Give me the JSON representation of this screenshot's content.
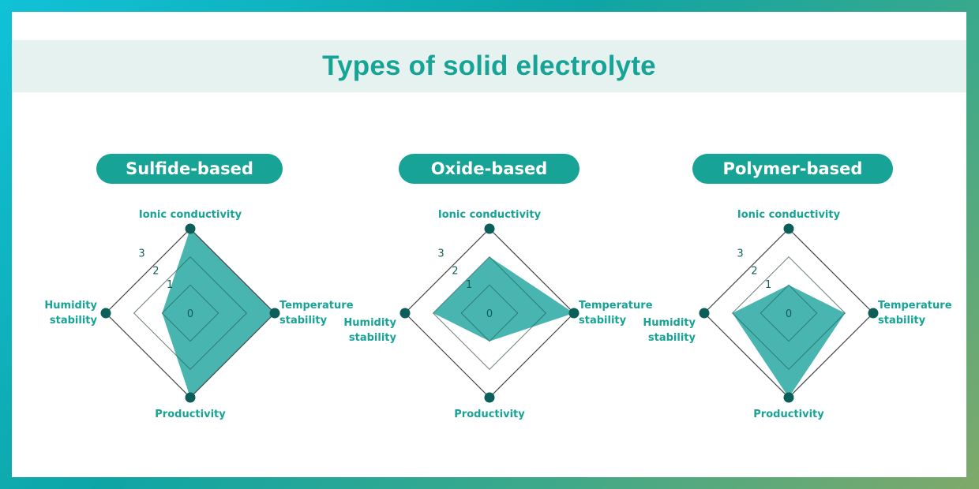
{
  "header": {
    "title": "Types of solid electrolyte"
  },
  "colors": {
    "accent": "#17a396",
    "fill": "#49b5b0",
    "dot": "#0b5f58",
    "outer": "#444444",
    "grid": "#c8c8c8",
    "header_bg": "#e6f2ef"
  },
  "chart_data": [
    {
      "type": "radar",
      "title": "Sulfide-based",
      "axes": [
        "Ionic conductivity",
        "Temperature stability",
        "Productivity",
        "Humidity stability"
      ],
      "values": [
        3,
        3,
        3,
        1
      ],
      "rlim": [
        0,
        3
      ],
      "ticks": [
        "0",
        "1",
        "2",
        "3"
      ]
    },
    {
      "type": "radar",
      "title": "Oxide-based",
      "axes": [
        "Ionic conductivity",
        "Temperature stability",
        "Productivity",
        "Humidity stability"
      ],
      "values": [
        2,
        3,
        1,
        2
      ],
      "rlim": [
        0,
        3
      ],
      "ticks": [
        "0",
        "1",
        "2",
        "3"
      ]
    },
    {
      "type": "radar",
      "title": "Polymer-based",
      "axes": [
        "Ionic conductivity",
        "Temperature stability",
        "Productivity",
        "Humidity stability"
      ],
      "values": [
        1,
        2,
        3,
        2
      ],
      "rlim": [
        0,
        3
      ],
      "ticks": [
        "0",
        "1",
        "2",
        "3"
      ]
    }
  ]
}
